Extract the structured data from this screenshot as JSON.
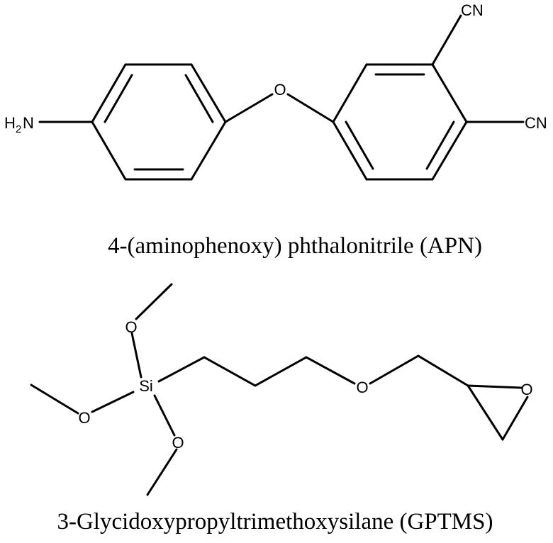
{
  "molecule_1": {
    "caption": "4-(aminophenoxy) phthalonitrile (APN)",
    "labels": {
      "amine_h": "H",
      "amine_sub": "2",
      "amine_n": "N",
      "ether_o": "O",
      "nitrile_top": "CN",
      "nitrile_right": "CN"
    }
  },
  "molecule_2": {
    "caption": "3-Glycidoxypropyltrimethoxysilane (GPTMS)",
    "labels": {
      "si": "Si",
      "methoxy_o_top": "O",
      "methoxy_o_left": "O",
      "methoxy_o_bottom": "O",
      "ether_o": "O",
      "epoxide_o": "O"
    }
  }
}
